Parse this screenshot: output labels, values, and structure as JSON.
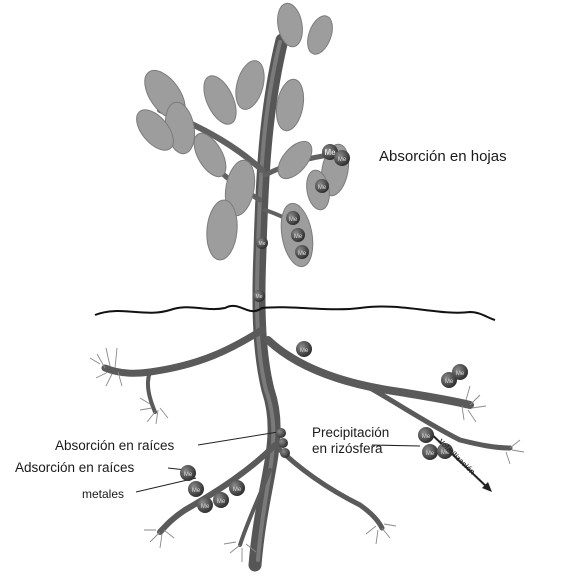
{
  "labels": {
    "leaf_absorption": "Absorción en hojas",
    "root_absorption": "Absorción en raíces",
    "root_adsorption": "Adsorción en raíces",
    "metals": "metales",
    "precipitation_line1": "Precipitación",
    "precipitation_line2": "en rizósfera",
    "volatilization": "Volatilización"
  },
  "metal_symbol": "Me",
  "colors": {
    "leaf": "#9d9d9d",
    "stem": "#555555",
    "metal_ball": "#3a3a3a",
    "soil_line": "#111111"
  }
}
